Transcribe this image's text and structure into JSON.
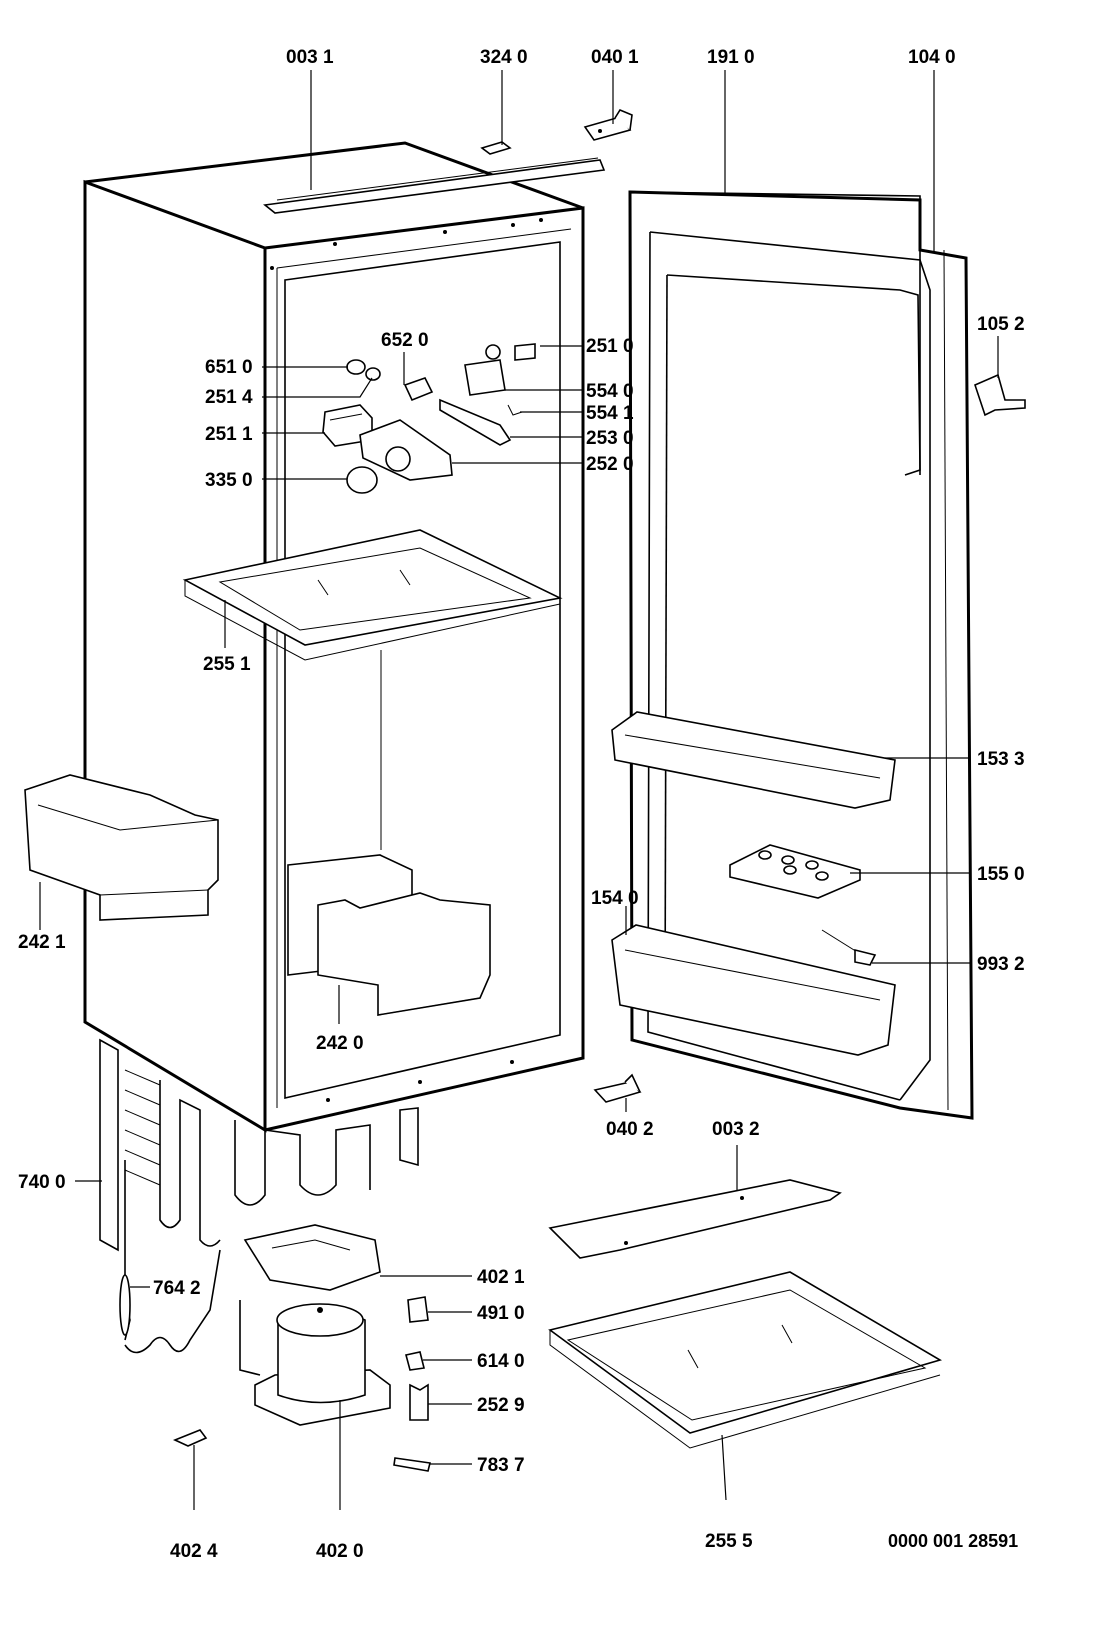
{
  "callouts": [
    {
      "key": "p0031",
      "text": "003 1"
    },
    {
      "key": "p3240",
      "text": "324 0"
    },
    {
      "key": "p0401",
      "text": "040 1"
    },
    {
      "key": "p1910",
      "text": "191 0"
    },
    {
      "key": "p1040",
      "text": "104 0"
    },
    {
      "key": "p1052",
      "text": "105 2"
    },
    {
      "key": "p6520",
      "text": "652 0"
    },
    {
      "key": "p6510",
      "text": "651 0"
    },
    {
      "key": "p2514",
      "text": "251 4"
    },
    {
      "key": "p2511",
      "text": "251 1"
    },
    {
      "key": "p3350",
      "text": "335 0"
    },
    {
      "key": "p2510",
      "text": "251 0"
    },
    {
      "key": "p5540",
      "text": "554 0"
    },
    {
      "key": "p5541",
      "text": "554 1"
    },
    {
      "key": "p2530",
      "text": "253 0"
    },
    {
      "key": "p2520",
      "text": "252 0"
    },
    {
      "key": "p2551",
      "text": "255 1"
    },
    {
      "key": "p1533",
      "text": "153 3"
    },
    {
      "key": "p2421",
      "text": "242 1"
    },
    {
      "key": "p1550",
      "text": "155 0"
    },
    {
      "key": "p1540",
      "text": "154 0"
    },
    {
      "key": "p9932",
      "text": "993 2"
    },
    {
      "key": "p2420",
      "text": "242 0"
    },
    {
      "key": "p0402",
      "text": "040 2"
    },
    {
      "key": "p0032",
      "text": "003 2"
    },
    {
      "key": "p7400",
      "text": "740 0"
    },
    {
      "key": "p4021",
      "text": "402 1"
    },
    {
      "key": "p7642",
      "text": "764 2"
    },
    {
      "key": "p4910",
      "text": "491 0"
    },
    {
      "key": "p6140",
      "text": "614 0"
    },
    {
      "key": "p2529",
      "text": "252 9"
    },
    {
      "key": "p7837",
      "text": "783 7"
    },
    {
      "key": "p4024",
      "text": "402 4"
    },
    {
      "key": "p4020",
      "text": "402 0"
    },
    {
      "key": "p2555",
      "text": "255 5"
    }
  ],
  "document_number": "0000 001 28591"
}
